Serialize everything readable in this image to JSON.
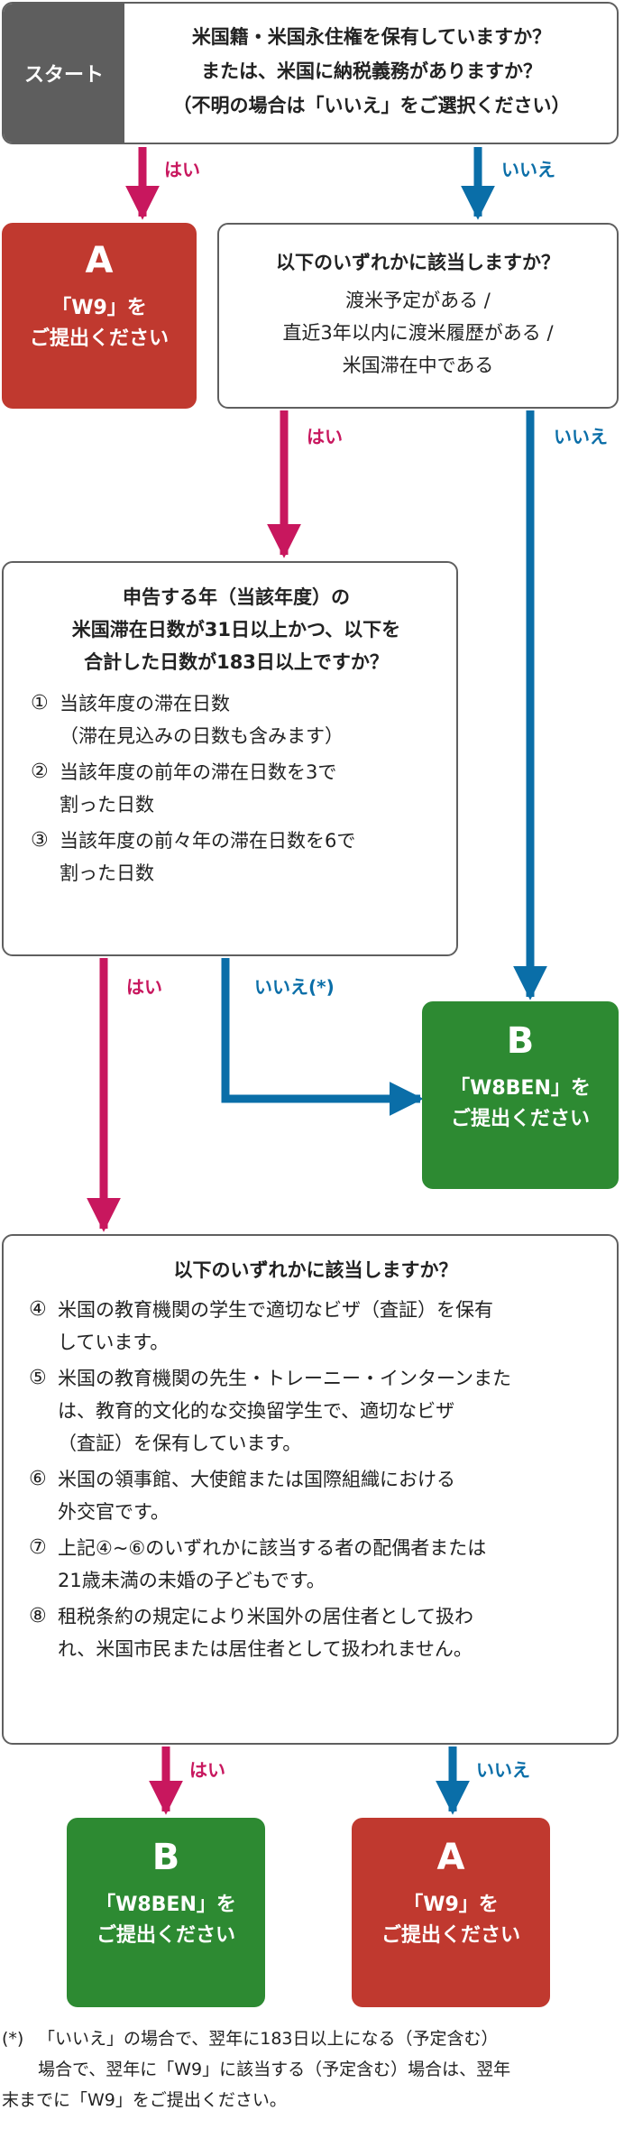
{
  "colors": {
    "yes_arrow": "#c8175e",
    "no_arrow": "#0a6ea8",
    "result_a": "#c0392f",
    "result_b": "#2d8a32",
    "start": "#5e5e5e"
  },
  "start": {
    "label": "スタート",
    "lines": [
      "米国籍・米国永住権を保有していますか？",
      "または、米国に納税義務がありますか？",
      "（不明の場合は「いいえ」をご選択ください）"
    ]
  },
  "labels": {
    "yes": "はい",
    "no": "いいえ",
    "no_star": "いいえ(*)"
  },
  "result_a": {
    "letter": "A",
    "line1": "「W9」を",
    "line2": "ご提出ください"
  },
  "result_b": {
    "letter": "B",
    "line1": "「W8BEN」を",
    "line2": "ご提出ください"
  },
  "q2": {
    "title": "以下のいずれかに該当しますか？",
    "lines": [
      "渡米予定がある /",
      "直近3年以内に渡米履歴がある /",
      "米国滞在中である"
    ]
  },
  "q3": {
    "title_lines": [
      "申告する年（当該年度）の",
      "米国滞在日数が31日以上かつ、以下を",
      "合計した日数が183日以上ですか？"
    ],
    "items": [
      {
        "num": "①",
        "lines": [
          "当該年度の滞在日数",
          "（滞在見込みの日数も含みます）"
        ]
      },
      {
        "num": "②",
        "lines": [
          "当該年度の前年の滞在日数を3で",
          "割った日数"
        ]
      },
      {
        "num": "③",
        "lines": [
          "当該年度の前々年の滞在日数を6で",
          "割った日数"
        ]
      }
    ]
  },
  "q4": {
    "title": "以下のいずれかに該当しますか？",
    "items": [
      {
        "num": "④",
        "lines": [
          "米国の教育機関の学生で適切なビザ（査証）を保有",
          "しています。"
        ]
      },
      {
        "num": "⑤",
        "lines": [
          "米国の教育機関の先生・トレーニー・インターンまた",
          "は、教育的文化的な交換留学生で、適切なビザ",
          "（査証）を保有しています。"
        ]
      },
      {
        "num": "⑥",
        "lines": [
          "米国の領事館、大使館または国際組織における",
          "外交官です。"
        ]
      },
      {
        "num": "⑦",
        "lines": [
          "上記④~⑥のいずれかに該当する者の配偶者または",
          "21歳未満の未婚の子どもです。"
        ]
      },
      {
        "num": "⑧",
        "lines": [
          "租税条約の規定により米国外の居住者として扱わ",
          "れ、米国市民または居住者として扱われません。"
        ]
      }
    ]
  },
  "footnote": {
    "mark": "(*)",
    "lines": [
      "「いいえ」の場合で、翌年に183日以上になる（予定含む）",
      "場合で、翌年に「W9」に該当する（予定含む）場合は、翌年",
      "末までに「W9」をご提出ください。"
    ]
  }
}
